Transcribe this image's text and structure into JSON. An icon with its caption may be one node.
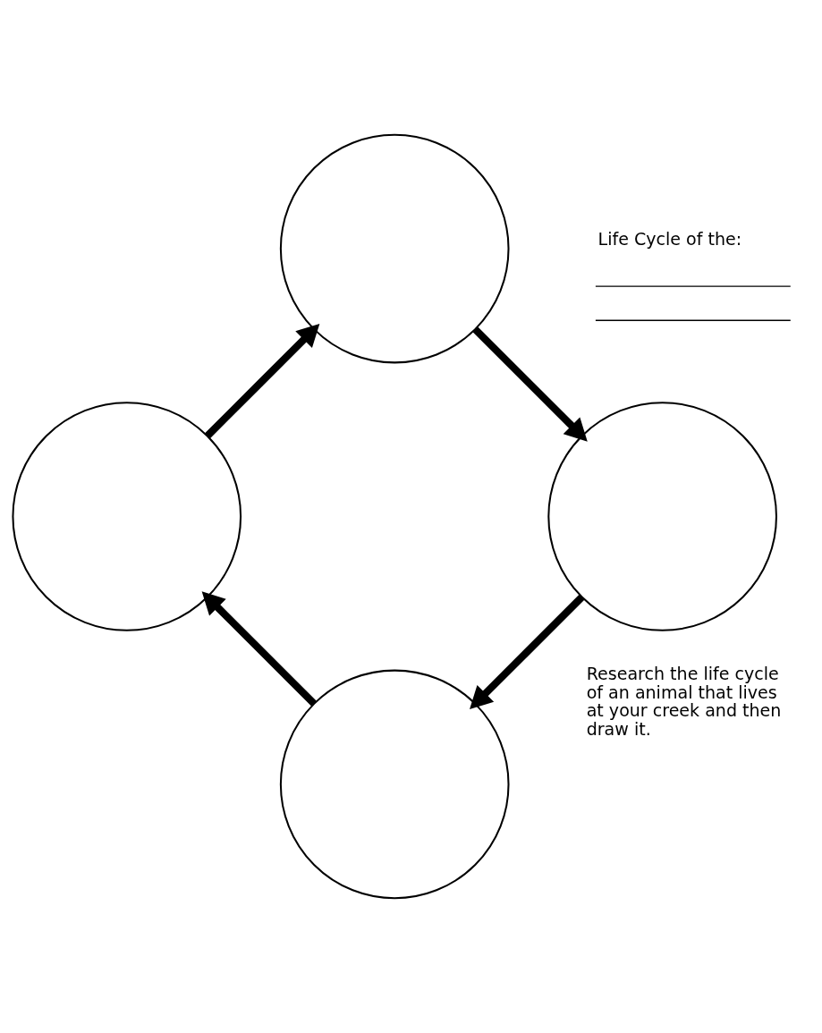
{
  "diagram": {
    "nodes": [
      {
        "text": [],
        "shape": "circle"
      },
      {
        "text": [],
        "shape": "circle"
      },
      {
        "text": [],
        "shape": "circle"
      },
      {
        "text": [],
        "shape": "circle"
      }
    ],
    "edges": [
      {
        "from": 0,
        "to": 1,
        "arrow": "to"
      },
      {
        "from": 1,
        "to": 2,
        "arrow": "to"
      },
      {
        "from": 2,
        "to": 3,
        "arrow": "to"
      },
      {
        "from": 3,
        "to": 0,
        "arrow": "to"
      }
    ],
    "labels": [
      "Research the life cycle of an animal that lives at your creek and then draw it.",
      "Life Cycle of the:"
    ]
  }
}
